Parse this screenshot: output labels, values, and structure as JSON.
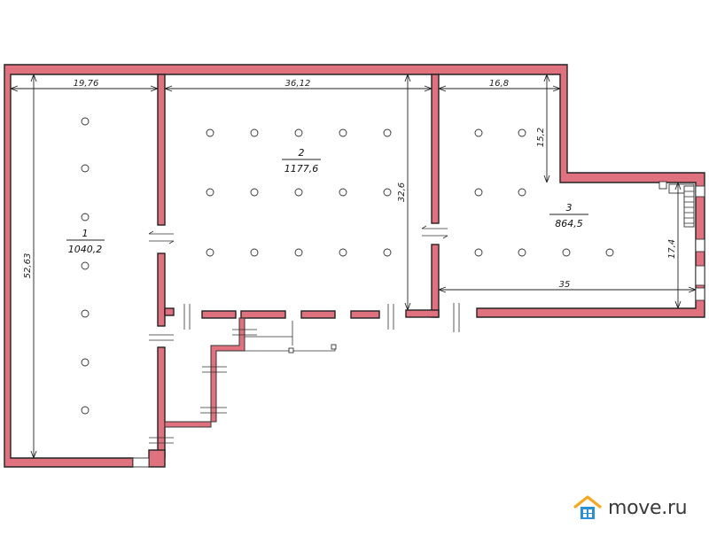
{
  "plan": {
    "rooms": [
      {
        "number": "1",
        "area": "1040,2"
      },
      {
        "number": "2",
        "area": "1177,6"
      },
      {
        "number": "3",
        "area": "864,5"
      }
    ],
    "dimensions": {
      "room1_width": "19,76",
      "room2_width": "36,12",
      "room3_width": "16,8",
      "room3_niche": "15,2",
      "room2_depth": "32,6",
      "room1_length": "52,63",
      "room3_depth": "17,4",
      "room3_length": "35"
    },
    "colors": {
      "wall_fill": "#e0727f",
      "line": "#222222"
    }
  },
  "brand": {
    "name": "move.ru",
    "icon": "house-icon",
    "icon_color": "#f5a623",
    "icon_accent": "#2b8fd6"
  }
}
